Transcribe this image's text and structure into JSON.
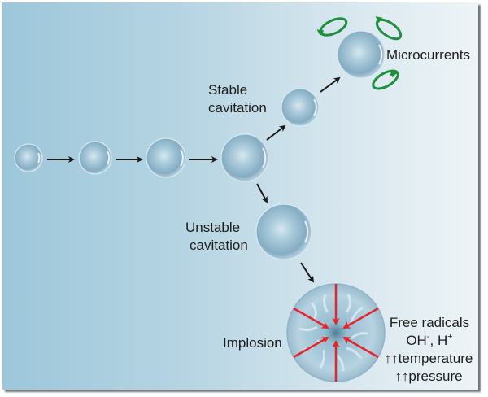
{
  "diagram": {
    "title": "Acoustic cavitation",
    "labels": {
      "stable": [
        "Stable",
        "cavitation"
      ],
      "unstable": [
        "Unstable",
        "cavitation"
      ],
      "microcurrents": "Microcurrents",
      "implosion": "Implosion",
      "effects": {
        "line1": "Free radicals",
        "line2_a": "OH",
        "line2_sup_a": "-",
        "line2_b": ", H",
        "line2_sup_b": "+",
        "line3": "↑↑temperature",
        "line4": "↑↑pressure"
      }
    },
    "colors": {
      "arrow": "#1a1a1a",
      "implosion_arrow": "#e8232a",
      "microcurrent": "#1e8f3a",
      "background_left": "#9cc7da",
      "background_right": "#eef4f7"
    }
  }
}
